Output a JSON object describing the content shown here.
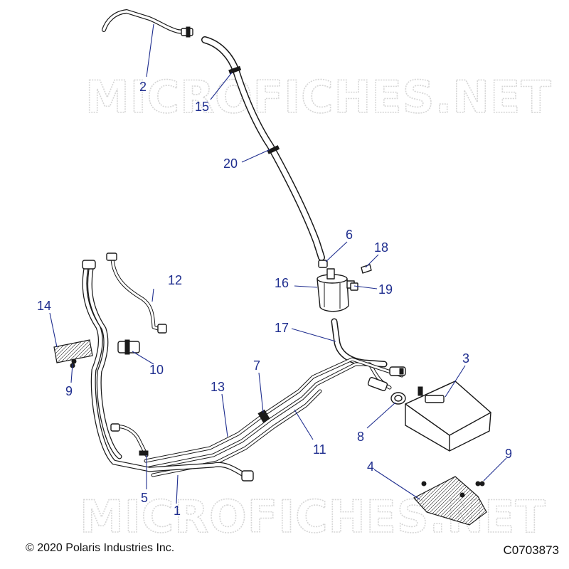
{
  "watermark": "MICROFICHES.NET",
  "copyright": "© 2020 Polaris Industries Inc.",
  "diagram_code": "C0703873",
  "callouts": {
    "c1": "1",
    "c2": "2",
    "c3": "3",
    "c4": "4",
    "c5": "5",
    "c6": "6",
    "c7": "7",
    "c8": "8",
    "c9a": "9",
    "c9b": "9",
    "c10": "10",
    "c11": "11",
    "c12": "12",
    "c13": "13",
    "c14": "14",
    "c15": "15",
    "c16": "16",
    "c17": "17",
    "c18": "18",
    "c19": "19",
    "c20": "20"
  },
  "colors": {
    "callout": "#1f2e8f",
    "line": "#1a1a1a",
    "watermark": "#d6d6d6"
  }
}
